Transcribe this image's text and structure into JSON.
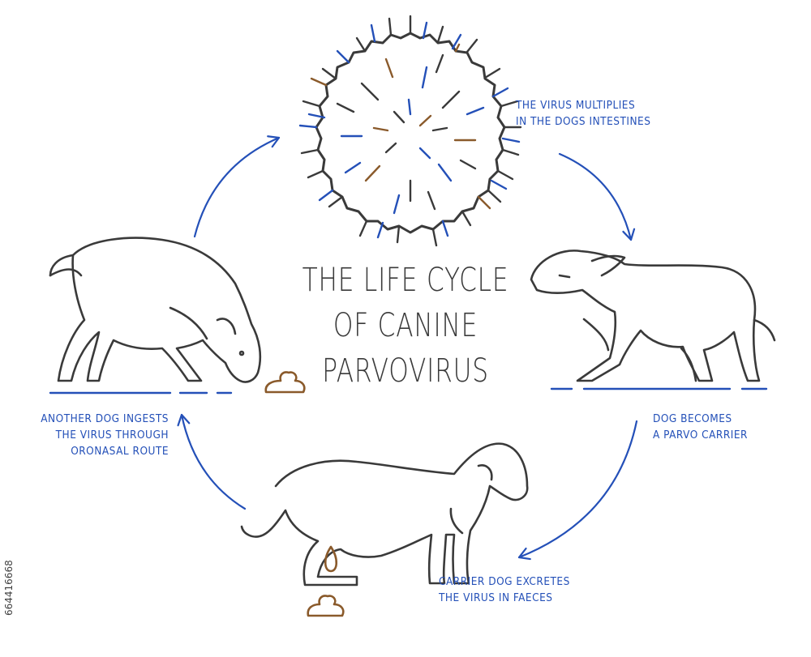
{
  "title": {
    "line1": "THE LIFE CYCLE",
    "line2": "OF CANINE",
    "line3": "PARVOVIRUS"
  },
  "steps": {
    "multiplies": {
      "line1": "THE VIRUS MULTIPLIES",
      "line2": "IN THE DOGS INTESTINES"
    },
    "carrier": {
      "line1": "DOG BECOMES",
      "line2": "A PARVO CARRIER"
    },
    "excretes": {
      "line1": "CARRIER DOG EXCRETES",
      "line2": "THE VIRUS IN FAECES"
    },
    "ingests": {
      "line1": "ANOTHER DOG INGESTS",
      "line2": "THE VIRUS THROUGH",
      "line3": "ORONASAL ROUTE"
    }
  },
  "watermark_id": "664416668",
  "colors": {
    "outline": "#3a3a3a",
    "accent": "#2450b8",
    "faeces": "#8a5a2b"
  },
  "icons": [
    "virus-icon",
    "sick-dog-icon",
    "defecating-dog-icon",
    "sniffing-dog-icon",
    "faeces-icon"
  ]
}
